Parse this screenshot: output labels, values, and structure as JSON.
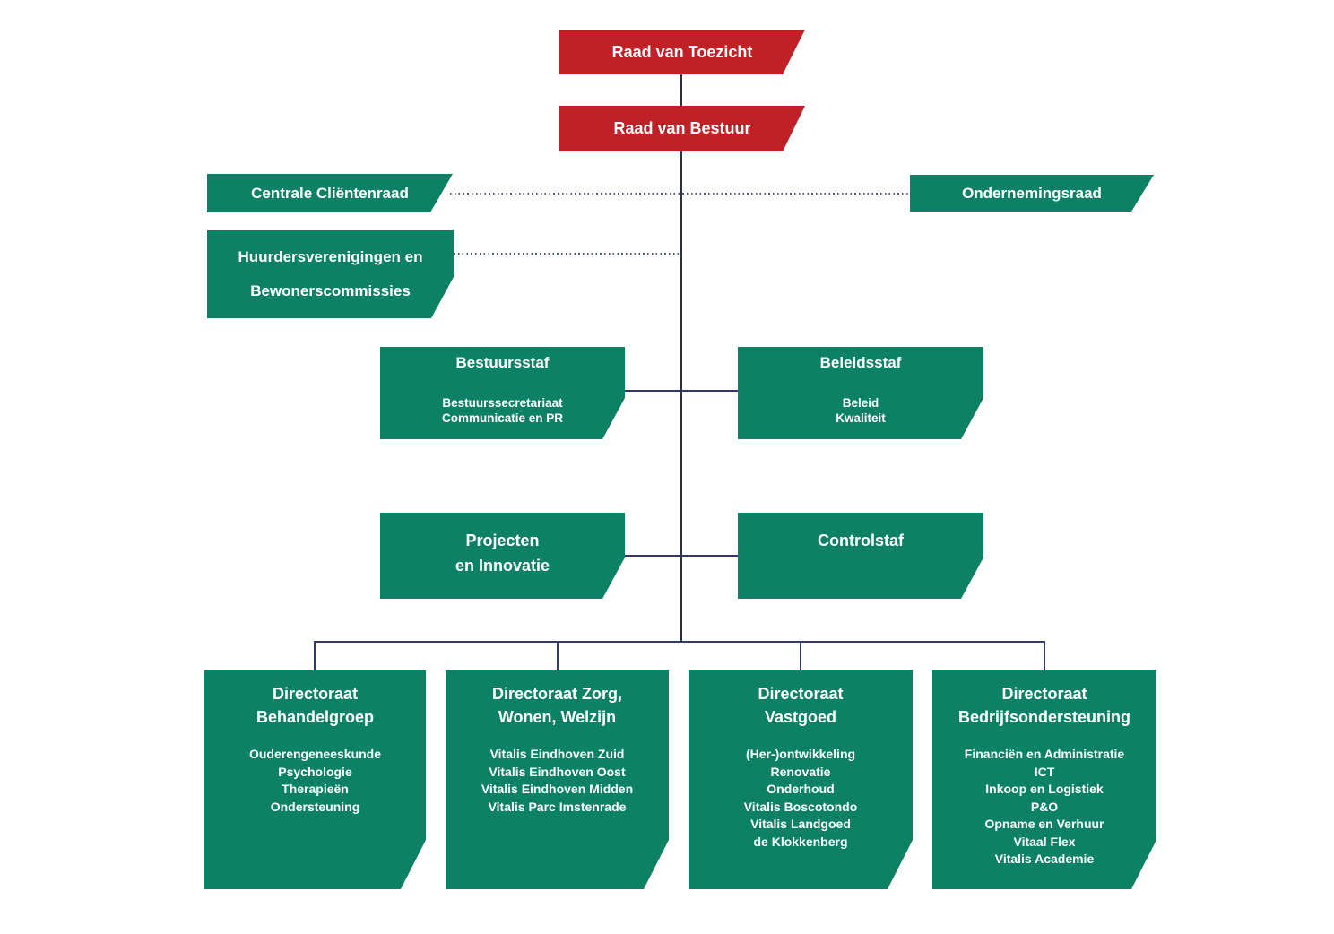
{
  "colors": {
    "red": "#bf2127",
    "green": "#0c8166",
    "trunk": "#2c3142",
    "line": "#2f3b6d",
    "dotted": "#4b5574",
    "text": "#ffffff"
  },
  "boards": {
    "toezicht": "Raad van Toezicht",
    "bestuur": "Raad van Bestuur"
  },
  "councils": {
    "centrale_clientenraad": "Centrale Cliëntenraad",
    "ondernemingsraad": "Ondernemingsraad",
    "huurders": {
      "line1": "Huurdersverenigingen en",
      "line2": "Bewonerscommissies"
    }
  },
  "staff_boxes": [
    {
      "title": "Bestuursstaf",
      "items": [
        "Bestuurssecretariaat",
        "Communicatie en PR"
      ]
    },
    {
      "title": "Beleidsstaf",
      "items": [
        "Beleid",
        "Kwaliteit"
      ]
    },
    {
      "title_line1": "Projecten",
      "title_line2": "en Innovatie",
      "items": []
    },
    {
      "title": "Controlstaf",
      "items": []
    }
  ],
  "directorates": [
    {
      "title_line1": "Directoraat",
      "title_line2": "Behandelgroep",
      "items": [
        "Ouderengeneeskunde",
        "Psychologie",
        "Therapieën",
        "Ondersteuning"
      ]
    },
    {
      "title_line1": "Directoraat Zorg,",
      "title_line2": "Wonen, Welzijn",
      "items": [
        "Vitalis Eindhoven Zuid",
        "Vitalis Eindhoven Oost",
        "Vitalis Eindhoven Midden",
        "Vitalis Parc Imstenrade"
      ]
    },
    {
      "title_line1": "Directoraat",
      "title_line2": "Vastgoed",
      "items": [
        "(Her-)ontwikkeling",
        "Renovatie",
        "Onderhoud",
        "Vitalis Boscotondo",
        "Vitalis Landgoed",
        "de Klokkenberg"
      ]
    },
    {
      "title_line1": "Directoraat",
      "title_line2": "Bedrijfsondersteuning",
      "items": [
        "Financiën en Administratie",
        "ICT",
        "Inkoop en Logistiek",
        "P&O",
        "Opname en Verhuur",
        "Vitaal Flex",
        "Vitalis Academie"
      ]
    }
  ]
}
